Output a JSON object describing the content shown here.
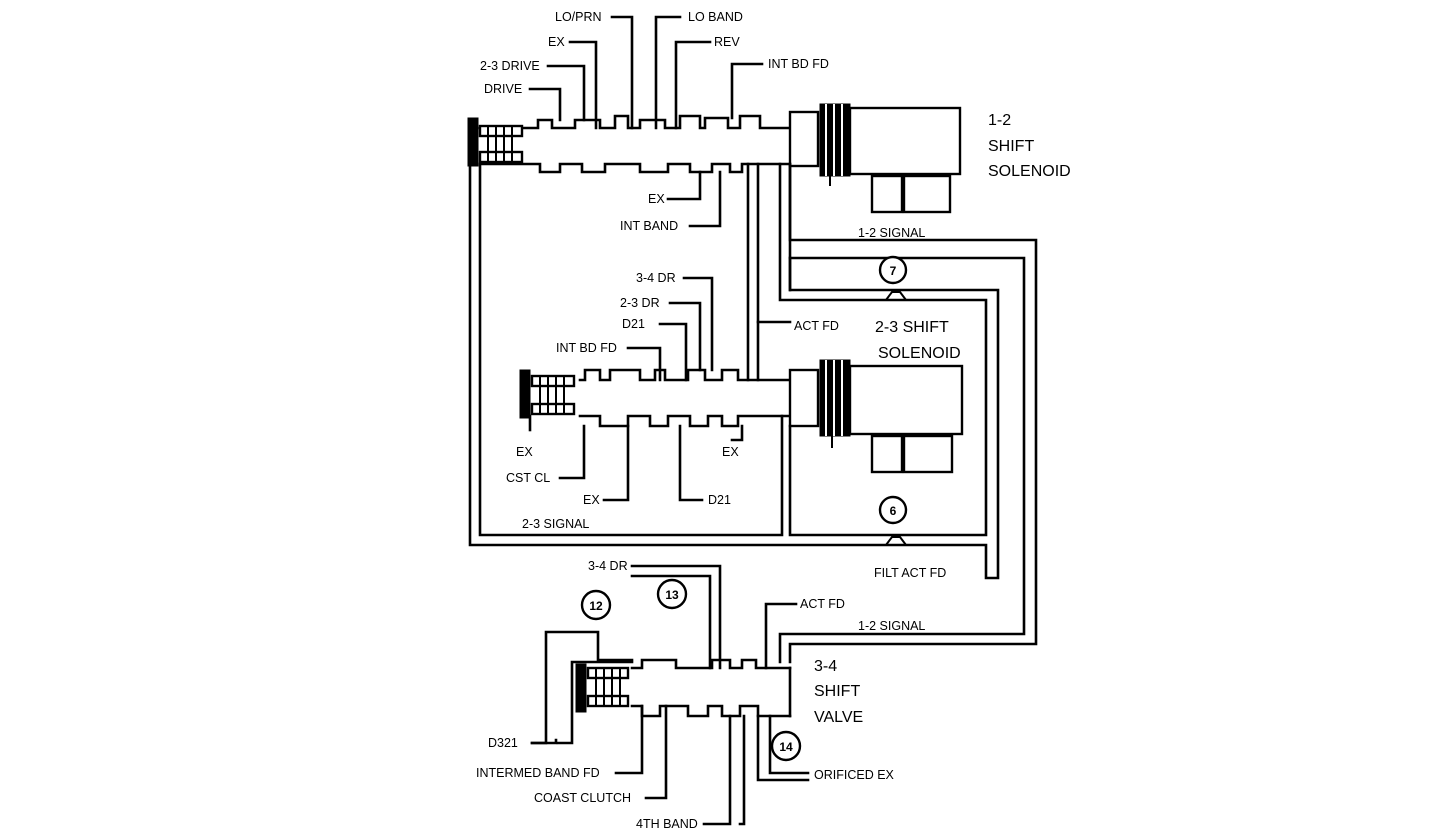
{
  "colors": {
    "line": "#000000",
    "background": "#ffffff"
  },
  "labels": {
    "lo_prn": "LO/PRN",
    "lo_band": "LO BAND",
    "ex_top": "EX",
    "rev": "REV",
    "drive_2_3": "2-3 DRIVE",
    "int_bd_fd_top": "INT BD FD",
    "drive": "DRIVE",
    "solenoid_1_2": [
      "1-2",
      "SHIFT",
      "SOLENOID"
    ],
    "ex_mid1": "EX",
    "int_band": "INT BAND",
    "signal_1_2_top": "1-2 SIGNAL",
    "dr_3_4_mid": "3-4 DR",
    "dr_2_3": "2-3 DR",
    "d21_mid": "D21",
    "act_fd_mid": "ACT FD",
    "int_bd_fd_mid": "INT BD FD",
    "solenoid_2_3": [
      "2-3 SHIFT",
      "SOLENOID"
    ],
    "ex_left": "EX",
    "ex_right": "EX",
    "cst_cl": "CST CL",
    "ex_bottom2": "EX",
    "d21_bottom": "D21",
    "signal_2_3": "2-3 SIGNAL",
    "dr_3_4_low": "3-4 DR",
    "filt_act_fd": "FILT ACT FD",
    "act_fd_low": "ACT FD",
    "signal_1_2_low": "1-2 SIGNAL",
    "valve_3_4": [
      "3-4",
      "SHIFT",
      "VALVE"
    ],
    "d321": "D321",
    "intermed_band_fd": "INTERMED BAND FD",
    "coast_clutch": "COAST CLUTCH",
    "band_4th": "4TH BAND",
    "orificed_ex": "ORIFICED EX"
  },
  "circles": {
    "c7": "7",
    "c6": "6",
    "c12": "12",
    "c13": "13",
    "c14": "14"
  }
}
